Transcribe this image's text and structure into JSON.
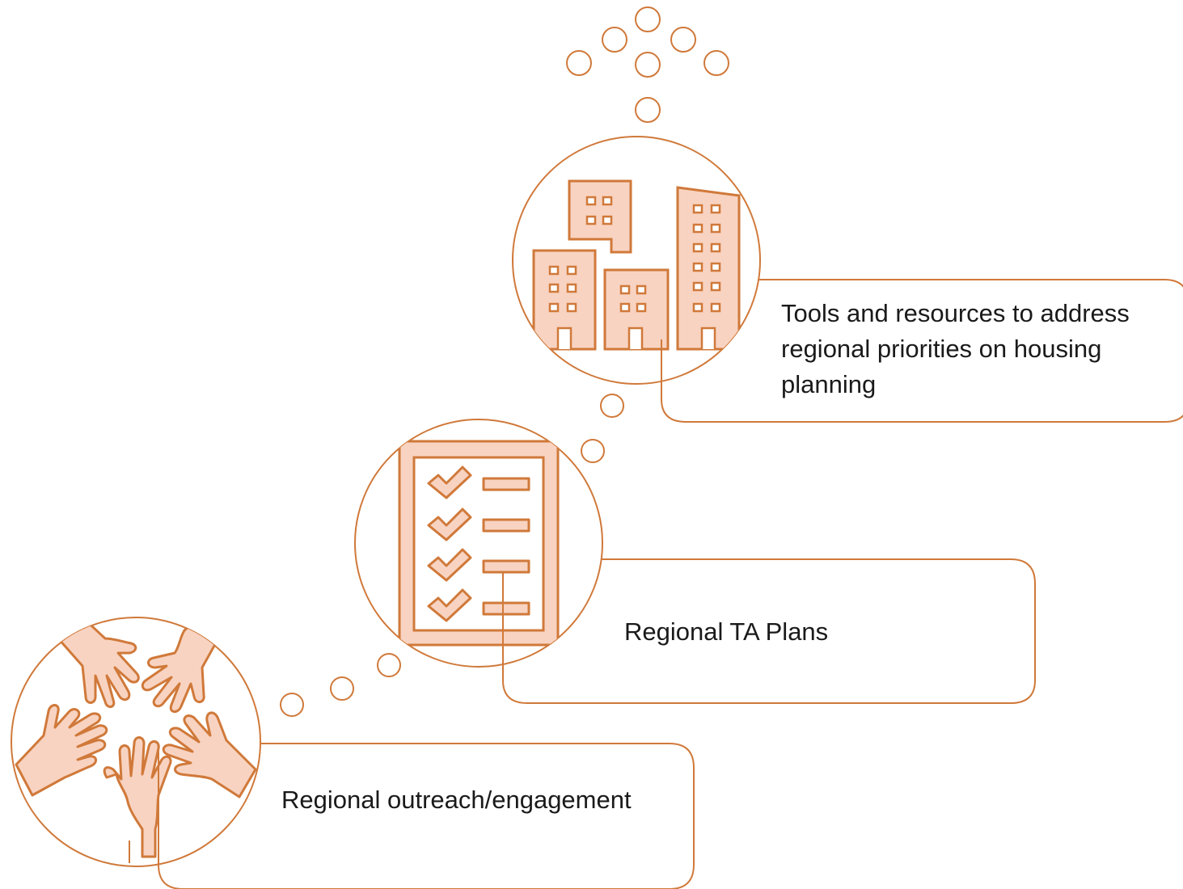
{
  "steps": [
    {
      "id": "outreach",
      "icon": "hands-circle-icon",
      "label": "Regional outreach/engagement"
    },
    {
      "id": "ta-plans",
      "icon": "checklist-icon",
      "label": "Regional TA Plans"
    },
    {
      "id": "tools",
      "icon": "buildings-icon",
      "label": "Tools and resources to address regional priorities on housing planning"
    }
  ],
  "colors": {
    "stroke": "#d0793a",
    "fill": "#f8d3c1"
  }
}
